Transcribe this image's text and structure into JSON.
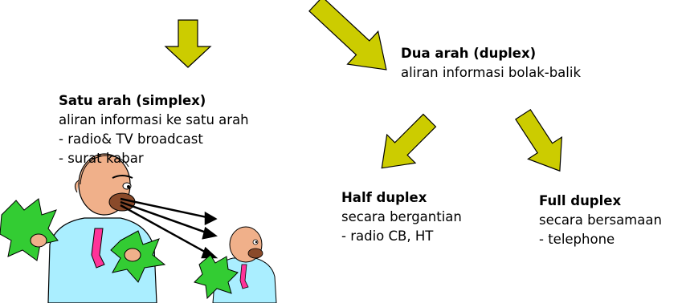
{
  "simplex": {
    "title": "Satu arah (simplex)",
    "desc": "aliran informasi ke satu arah",
    "items": [
      "- radio& TV broadcast",
      "- surat kabar"
    ]
  },
  "duplex": {
    "title": "Dua arah (duplex)",
    "desc": "aliran informasi bolak-balik"
  },
  "half_duplex": {
    "title": "Half duplex",
    "desc": "secara bergantian",
    "items": [
      "- radio CB, HT"
    ]
  },
  "full_duplex": {
    "title": "Full duplex",
    "desc": "secara bersamaan",
    "items": [
      "- telephone"
    ]
  },
  "colors": {
    "arrow_fill": "#cccc00",
    "arrow_stroke": "#000000",
    "money_green": "#33cc33",
    "shirt": "#aaeeff",
    "tie": "#ff3399"
  }
}
